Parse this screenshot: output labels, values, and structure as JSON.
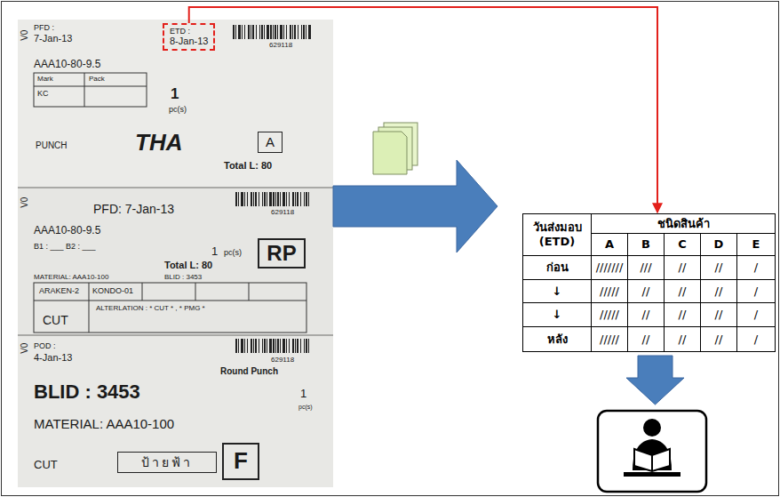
{
  "diagram": {
    "nodes": [
      {
        "text": [
          "V0",
          "PFD :",
          "7-Jan-13",
          "629118",
          "AAA10-80-9.5",
          "Mark",
          "Pack",
          "KC",
          "1",
          "pc(s)",
          "PUNCH",
          "THA",
          "Total L: 80"
        ]
      },
      {
        "text": [
          "ETD :",
          "8-Jan-13"
        ],
        "in": 0
      },
      {
        "text": [
          "A"
        ],
        "in": 0
      },
      {
        "text": [
          "V0",
          "PFD: 7-Jan-13",
          "629118",
          "AAA10-80-9.5",
          "B1 : ___ B2 : ___",
          "1",
          "pc(s)",
          "Total L: 80",
          "MATERIAL: AAA10-100",
          "BLID : 3453",
          "ARAKEN-2",
          "KONDO-01",
          "ALTERLATION : * CUT * , * PMG *",
          "CUT"
        ]
      },
      {
        "text": [
          "RP"
        ],
        "in": 3
      },
      {
        "text": [
          "V0",
          "POD :",
          "4-Jan-13",
          "629118",
          "Round Punch",
          "BLID : 3453",
          "1",
          "pc(s)",
          "MATERIAL: AAA10-100",
          "CUT"
        ]
      },
      {
        "text": [
          "ป้ายฟ้า"
        ],
        "in": 5
      },
      {
        "text": [
          "F"
        ],
        "in": 5
      },
      {
        "text": [
          "วันส่งมอบ (ETD)",
          "ชนิดสินค้า",
          "A",
          "B",
          "C",
          "D",
          "E",
          "ก่อน",
          "///////",
          "///",
          "//",
          "//",
          "/",
          "↓",
          "/////",
          "//",
          "//",
          "//",
          "/",
          "↓",
          "/////",
          "//",
          "//",
          "//",
          "/",
          "หลัง",
          "/////",
          "//",
          "//",
          "//",
          "/"
        ]
      }
    ],
    "edges": [
      {
        "from": 1,
        "to": 8,
        "arrow": "to"
      },
      {
        "from": 3,
        "to": 8,
        "arrow": "to"
      }
    ]
  }
}
